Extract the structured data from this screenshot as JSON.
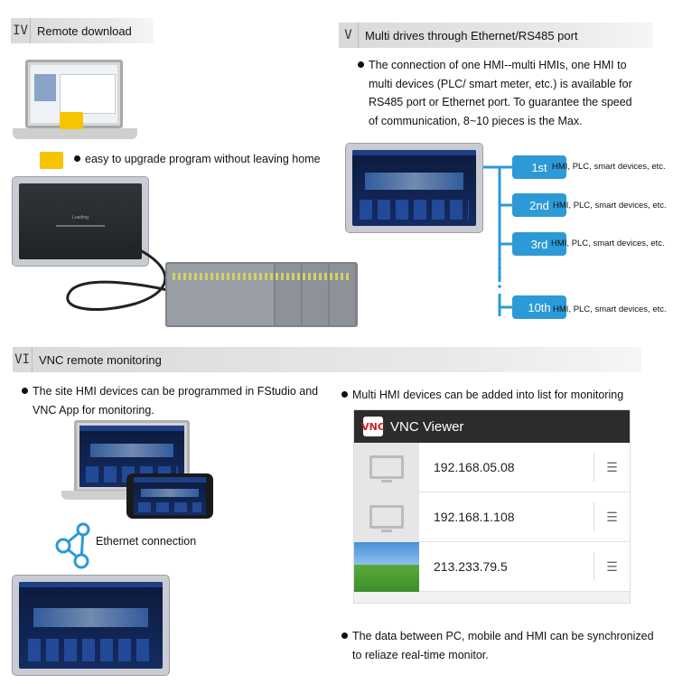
{
  "section4": {
    "num": "IV",
    "title": "Remote download",
    "bullet": "easy to upgrade program without leaving home"
  },
  "section5": {
    "num": "V",
    "title": "Multi drives through Ethernet/RS485 port",
    "bullet_lines": [
      "The connection of one HMI--multi HMIs, one HMI to",
      "multi devices (PLC/ smart meter, etc.) is available for",
      "RS485 port or Ethernet port. To guarantee the speed",
      "of communication, 8~10 pieces is the Max."
    ],
    "nodes": [
      {
        "label": "1st",
        "desc": "HMI, PLC, smart devices, etc."
      },
      {
        "label": "2nd",
        "desc": "HMI, PLC, smart devices, etc."
      },
      {
        "label": "3rd",
        "desc": "HMI, PLC, smart devices, etc."
      },
      {
        "label": "10th",
        "desc": "HMI, PLC, smart devices, etc."
      }
    ],
    "accent": "#2c9ad6"
  },
  "section6": {
    "num": "VI",
    "title": "VNC remote monitoring",
    "bullet1_lines": [
      "The site HMI devices can be programmed in FStudio and",
      "VNC App for monitoring."
    ],
    "bullet2": "Multi HMI devices can be added into list for monitoring",
    "ethernet_label": "Ethernet connection",
    "bullet3_lines": [
      "The data between PC, mobile and HMI can be synchronized",
      "to reliaze real-time monitor."
    ]
  },
  "vnc": {
    "logo": "VNC",
    "title": "VNC Viewer",
    "menu_icon": "menu-lines-icon",
    "rows": [
      {
        "ip": "192.168.05.08",
        "thumb": "monitor-icon"
      },
      {
        "ip": "192.168.1.108",
        "thumb": "monitor-icon"
      },
      {
        "ip": "213.233.79.5",
        "thumb": "desktop-wallpaper"
      }
    ]
  },
  "hmi_boot_text": "Loading"
}
